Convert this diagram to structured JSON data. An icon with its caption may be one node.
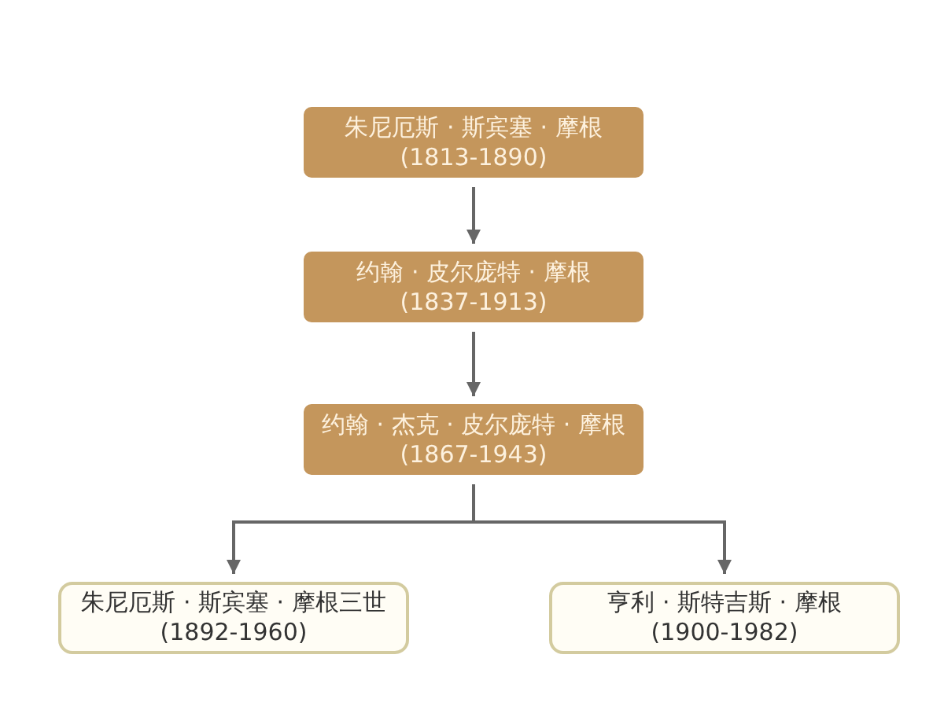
{
  "diagram": {
    "nodes": [
      {
        "text": [
          "朱尼厄斯 · 斯宾塞 · 摩根",
          "(1813-1890)"
        ]
      },
      {
        "text": [
          "约翰 · 皮尔庞特 · 摩根",
          "(1837-1913)"
        ]
      },
      {
        "text": [
          "约翰 · 杰克 · 皮尔庞特 · 摩根",
          "(1867-1943)"
        ]
      },
      {
        "text": [
          "朱尼厄斯 · 斯宾塞 · 摩根三世",
          "(1892-1960)"
        ]
      },
      {
        "text": [
          "亨利 · 斯特吉斯 · 摩根",
          "(1900-1982)"
        ]
      }
    ],
    "edges": [
      {
        "from": 0,
        "to": 1,
        "arrow": "to"
      },
      {
        "from": 1,
        "to": 2,
        "arrow": "to"
      },
      {
        "from": 2,
        "to": 3,
        "arrow": "to"
      },
      {
        "from": 2,
        "to": 4,
        "arrow": "to"
      }
    ]
  }
}
